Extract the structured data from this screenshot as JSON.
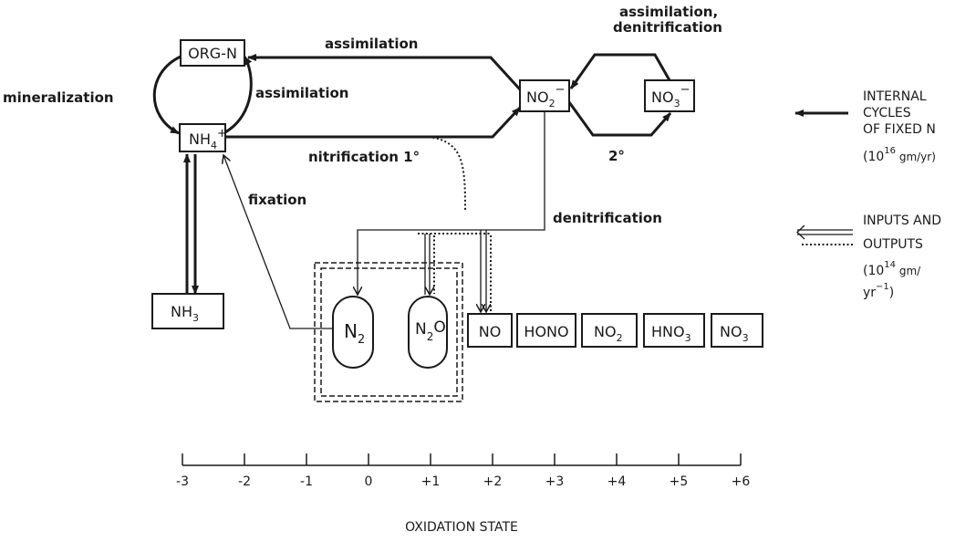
{
  "nodes": {
    "org_n": "ORG-N",
    "nh4": "NH",
    "nh4_sub": "4",
    "nh4_sup": "+",
    "nh3": "NH",
    "nh3_sub": "3",
    "no2m": "NO",
    "no2m_sub": "2",
    "no2m_sup": "−",
    "no3m": "NO",
    "no3m_sub": "3",
    "no3m_sup": "−",
    "n2": "N",
    "n2_sub": "2",
    "n2o_a": "N",
    "n2o_sub": "2",
    "n2o_b": "O",
    "no": "NO",
    "hono": "HONO",
    "no2": "NO",
    "no2_sub": "2",
    "hno3": "HNO",
    "hno3_sub": "3",
    "no3": "NO",
    "no3_sub": "3"
  },
  "processes": {
    "assimilation_top": "assimilation",
    "assimilation_mid": "assimilation",
    "mineralization": "mineralization",
    "nitrification": "nitrification 1°",
    "secondary": "2°",
    "fixation": "fixation",
    "denitrification": "denitrification",
    "assim_denit_1": "assimilation,",
    "assim_denit_2": "denitrification"
  },
  "legend": {
    "internal_1": "INTERNAL",
    "internal_2": "CYCLES",
    "internal_3": "OF FIXED N",
    "internal_4a": "(10",
    "internal_4sup": "16",
    "internal_4b": " gm/yr)",
    "io_1": "INPUTS AND",
    "io_2": "OUTPUTS",
    "io_3a": "(10",
    "io_3sup": "14",
    "io_3b": " gm/",
    "io_4a": "yr",
    "io_4sup": "−1",
    "io_4b": ")"
  },
  "axis": {
    "title": "OXIDATION STATE",
    "ticks": [
      "-3",
      "-2",
      "-1",
      "0",
      "+1",
      "+2",
      "+3",
      "+4",
      "+5",
      "+6"
    ]
  }
}
